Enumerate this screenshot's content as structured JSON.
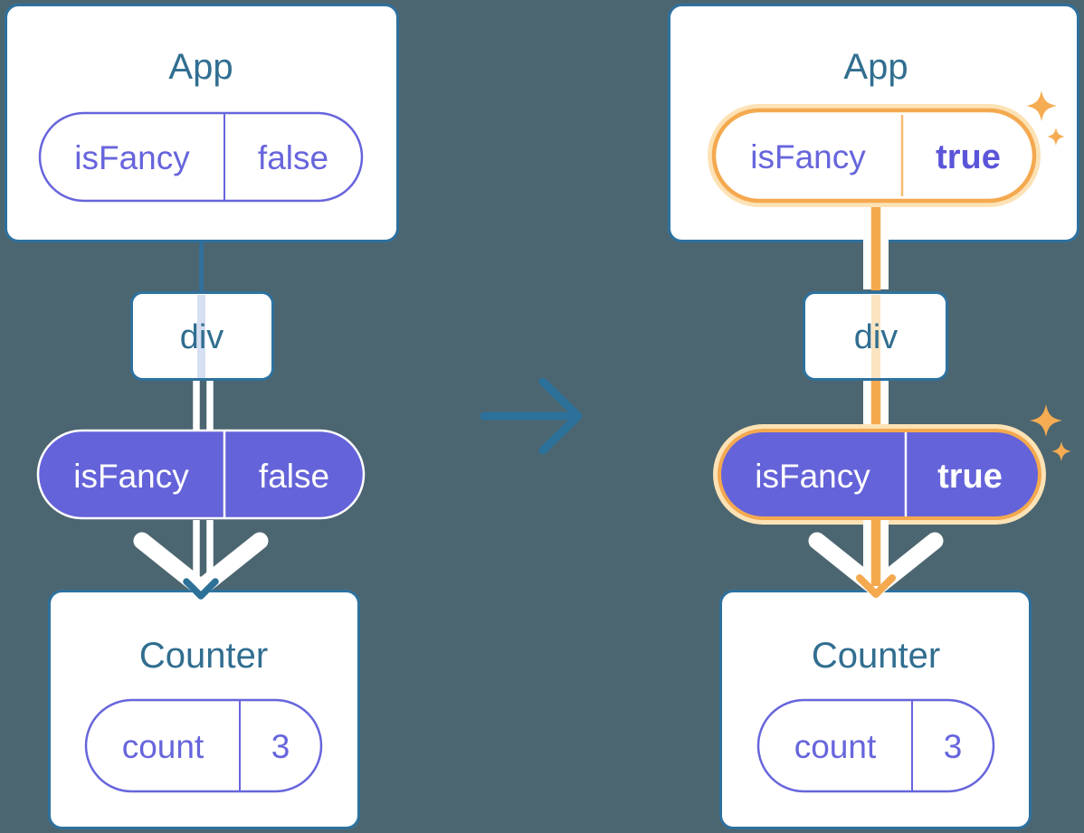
{
  "diagram": {
    "before": {
      "app_title": "App",
      "prop_name": "isFancy",
      "prop_value": "false",
      "div_label": "div",
      "passed_prop_name": "isFancy",
      "passed_prop_value": "false",
      "counter_title": "Counter",
      "state_name": "count",
      "state_value": "3"
    },
    "after": {
      "app_title": "App",
      "prop_name": "isFancy",
      "prop_value": "true",
      "div_label": "div",
      "passed_prop_name": "isFancy",
      "passed_prop_value": "true",
      "counter_title": "Counter",
      "state_name": "count",
      "state_value": "3"
    },
    "colors": {
      "background": "#4C6671",
      "card_border": "#2E719E",
      "node_title": "#316E90",
      "purple_fill": "#6563D9",
      "purple_text": "#6765DC",
      "purple_bold_text": "#5B55D9",
      "highlight_orange": "#F4A94F",
      "highlight_glow": "#FCE2B5",
      "pale_orange_trace": "#FBE4C0",
      "pale_blue_trace": "#D7DFF2",
      "arrow_blue": "#2C7199",
      "white": "#FFFFFF"
    }
  }
}
